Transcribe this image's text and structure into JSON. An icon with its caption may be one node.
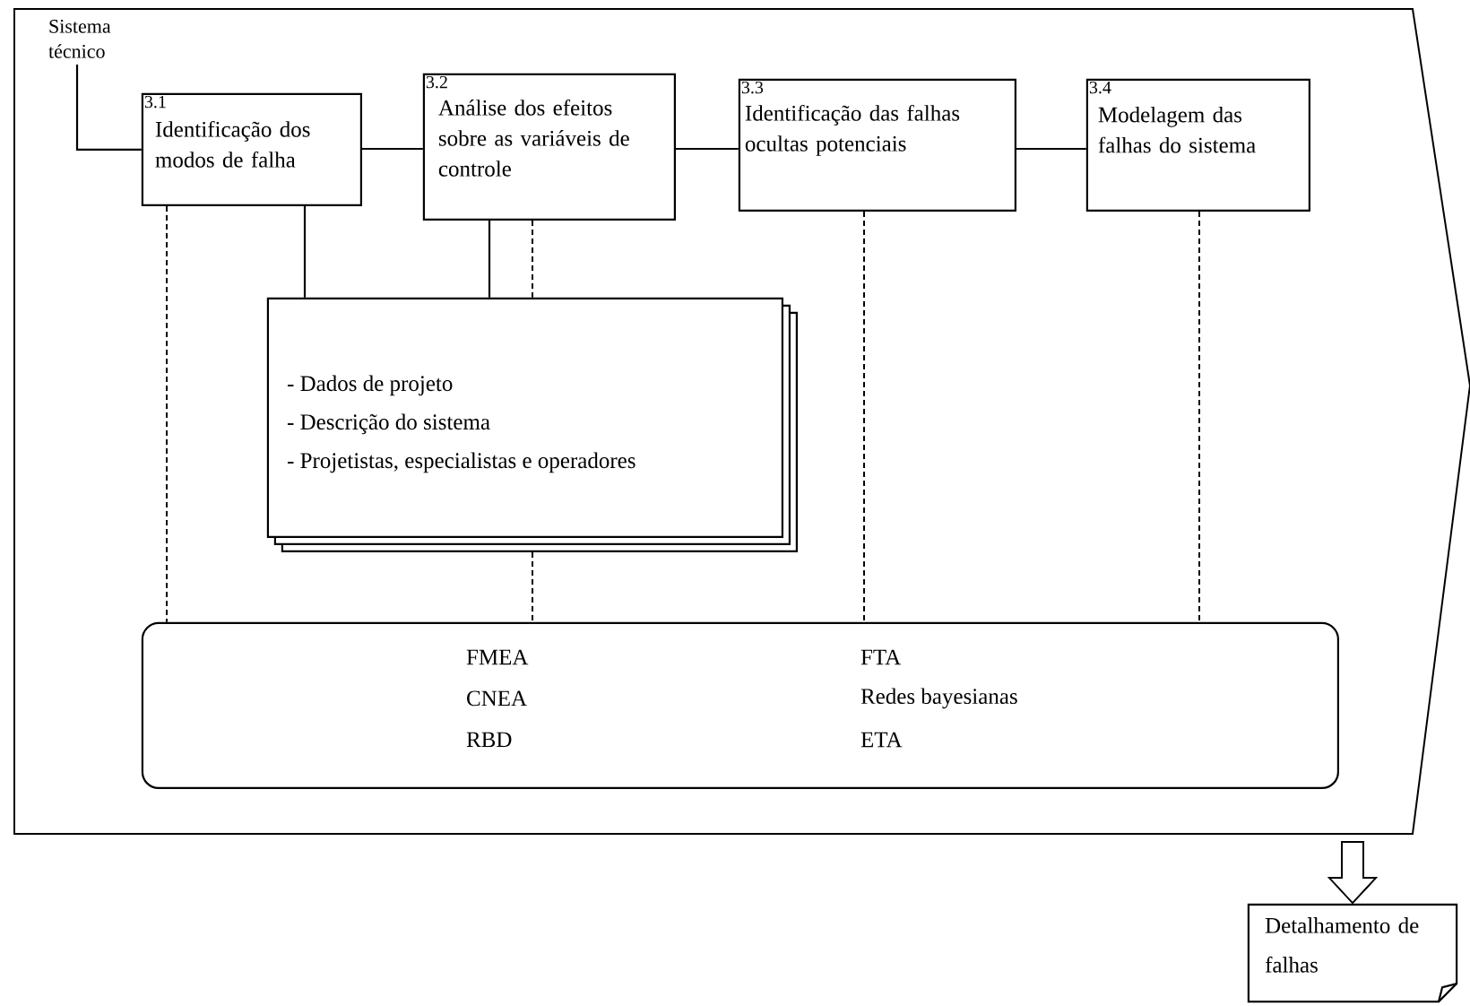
{
  "diagram": {
    "nodes": [
      {
        "text": [],
        "shape": "arrow"
      },
      {
        "text": [
          "Sistema técnico"
        ],
        "in": 0
      },
      {
        "text": [
          "3.1",
          "Identificação dos modos de falha"
        ],
        "in": 0
      },
      {
        "text": [
          "3.2",
          "Análise dos efeitos sobre as variáveis de controle"
        ],
        "in": 0
      },
      {
        "text": [
          "3.3",
          "Identificação das falhas ocultas potenciais"
        ],
        "in": 0
      },
      {
        "text": [
          "3.4",
          "Modelagem das falhas do sistema"
        ],
        "in": 0
      },
      {
        "text": [
          "- Dados de projeto",
          "- Descrição do sistema",
          "- Projetistas, especialistas e operadores"
        ],
        "in": 0
      },
      {
        "text": [
          "FMEA",
          "CNEA",
          "RBD",
          "FTA",
          "Redes bayesianas",
          "ETA"
        ],
        "in": 0
      },
      {
        "text": [
          "Detalhamento de falhas"
        ]
      }
    ],
    "edges": [
      {
        "from": 1,
        "to": 2,
        "arrow": "none"
      },
      {
        "from": 2,
        "to": 3,
        "arrow": "none"
      },
      {
        "from": 3,
        "to": 4,
        "arrow": "none"
      },
      {
        "from": 4,
        "to": 5,
        "arrow": "none"
      },
      {
        "from": 2,
        "to": 6,
        "arrow": "none"
      },
      {
        "from": 3,
        "to": 6,
        "arrow": "none"
      },
      {
        "from": 2,
        "to": 7,
        "arrow": "none",
        "style": "dashed"
      },
      {
        "from": 3,
        "to": 6,
        "arrow": "none",
        "style": "dashed"
      },
      {
        "from": 6,
        "to": 7,
        "arrow": "none",
        "style": "dashed"
      },
      {
        "from": 4,
        "to": 7,
        "arrow": "none",
        "style": "dashed"
      },
      {
        "from": 5,
        "to": 7,
        "arrow": "none",
        "style": "dashed"
      },
      {
        "from": 0,
        "to": 8,
        "arrow": "to"
      }
    ]
  }
}
